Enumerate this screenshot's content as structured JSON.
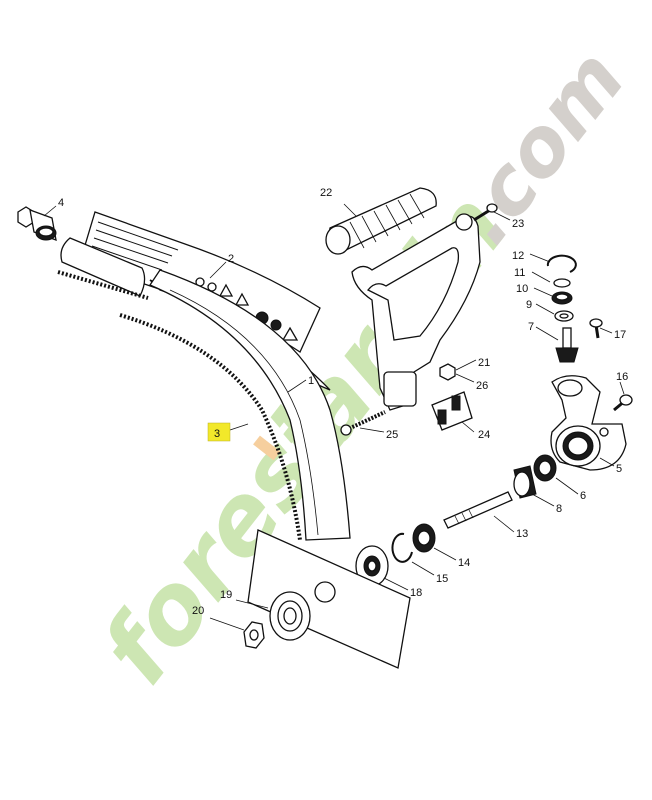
{
  "watermark": {
    "text_green": "forest",
    "text_apostrophe": "'",
    "text_green2": "jardin",
    "text_com": ".com",
    "color_green": "#cde6b3",
    "color_orange": "#f6cf9e",
    "color_gray": "#d4d0cc"
  },
  "highlight_color": "#f2e82a",
  "parts": {
    "p1": "1",
    "p2": "2",
    "p3": "3",
    "p4": "4",
    "p5": "5",
    "p6": "6",
    "p7": "7",
    "p8": "8",
    "p9": "9",
    "p10": "10",
    "p11": "11",
    "p12": "12",
    "p13": "13",
    "p14": "14",
    "p15": "15",
    "p16": "16",
    "p17": "17",
    "p18": "18",
    "p19": "19",
    "p20": "20",
    "p21": "21",
    "p22": "22",
    "p23": "23",
    "p24": "24",
    "p25": "25",
    "p26": "26"
  },
  "highlighted_part": "3"
}
